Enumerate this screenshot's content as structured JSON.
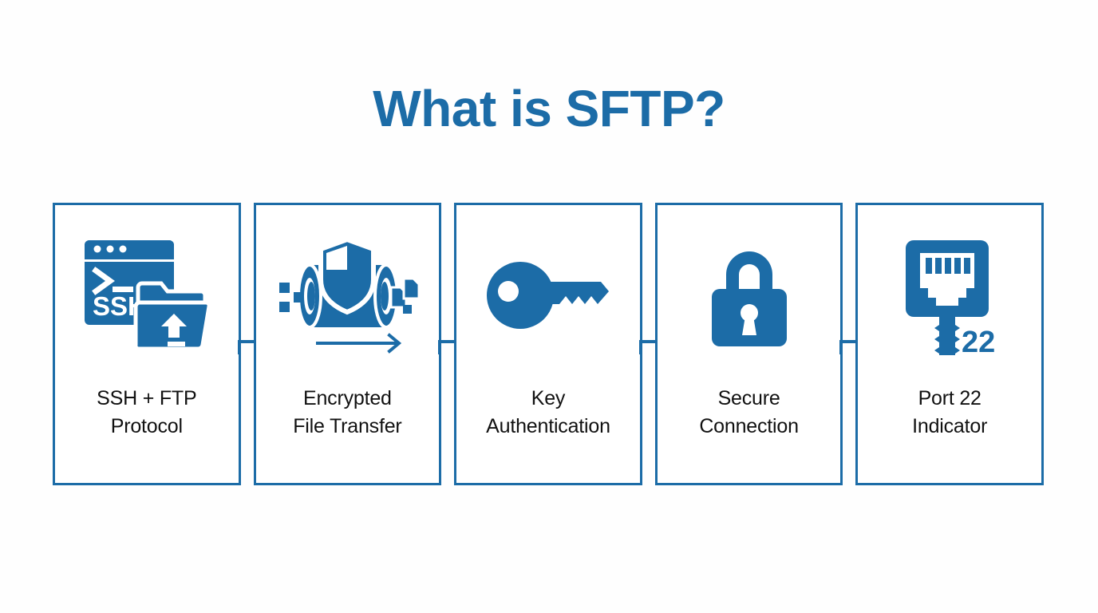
{
  "page": {
    "title": "What is SFTP?",
    "background_color": "#fefefe",
    "accent_color": "#1c6ca7",
    "text_color": "#111111"
  },
  "diagram": {
    "type": "horizontal-flow",
    "step_count": 5,
    "connector_icon": "arrow-right-icon",
    "steps": [
      {
        "icon": "ssh-terminal-folder-icon",
        "label_line1": "SSH + FTP",
        "label_line2": "Protocol",
        "icon_text": "SSH",
        "icon_prompt": ">_"
      },
      {
        "icon": "encrypted-tunnel-shield-icon",
        "label_line1": "Encrypted",
        "label_line2": "File Transfer"
      },
      {
        "icon": "key-icon",
        "label_line1": "Key",
        "label_line2": "Authentication"
      },
      {
        "icon": "padlock-icon",
        "label_line1": "Secure",
        "label_line2": "Connection"
      },
      {
        "icon": "ethernet-port-icon",
        "label_line1": "Port 22",
        "label_line2": "Indicator",
        "icon_badge": "22"
      }
    ]
  }
}
